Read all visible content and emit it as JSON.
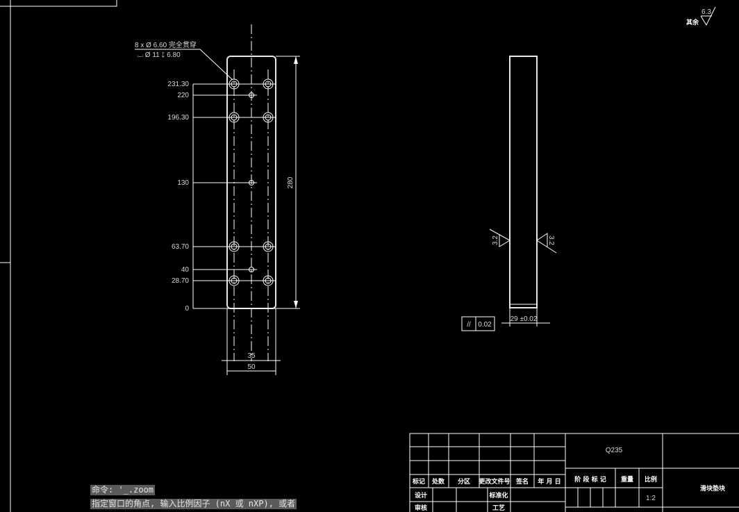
{
  "drawing": {
    "hole_callout": {
      "line1": "8 x Ø 6.60 完全贯穿",
      "line2": "⌴ Ø 11 ↧ 6.80"
    },
    "ordinate_labels": [
      "231.30",
      "220",
      "196.30",
      "130",
      "63.70",
      "40",
      "28.70",
      "0"
    ],
    "height_dim": "280",
    "hole_spacing_dim": "35",
    "width_dim": "50",
    "thickness_dim": "29 ±0.02",
    "parallelism": {
      "symbol": "//",
      "tolerance": "0.02"
    },
    "roughness_side": "3.2",
    "roughness_general": {
      "label": "其余",
      "value": "6.3"
    }
  },
  "title_block": {
    "material": "Q235",
    "part_name": "滑块垫块",
    "headers": [
      "标记",
      "处数",
      "分区",
      "更改文件号",
      "签名",
      "年 月 日"
    ],
    "row_labels": [
      "设计",
      "标准化",
      "审核",
      "工艺"
    ],
    "stage_header": "阶 段 标 记",
    "weight_header": "重量",
    "scale_header": "比例",
    "scale_value": "1:2"
  },
  "command_line": {
    "line1": "命令: '_.zoom",
    "line2": "指定窗口的角点, 输入比例因子 (nX 或 nXP), 或者"
  },
  "colors": {
    "background": "#000000",
    "lines": "#ffffff",
    "command_bg": "#5a5a5a"
  }
}
